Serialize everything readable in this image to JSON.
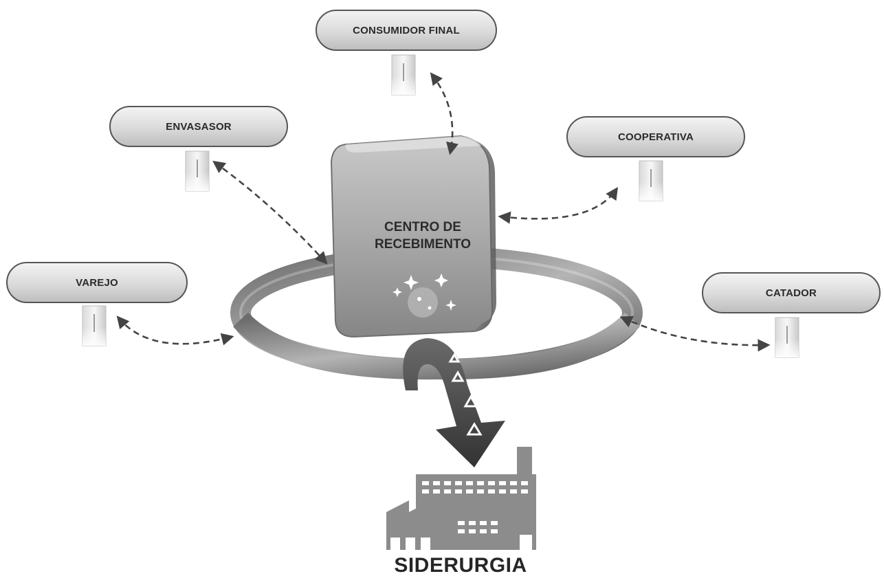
{
  "nodes": {
    "consumidor": {
      "label": "CONSUMIDOR FINAL"
    },
    "envasasor": {
      "label": "ENVASASOR"
    },
    "cooperativa": {
      "label": "COOPERATIVA"
    },
    "varejo": {
      "label": "VAREJO"
    },
    "catador": {
      "label": "CATADOR"
    }
  },
  "center": {
    "line1": "CENTRO DE",
    "line2": "RECEBIMENTO"
  },
  "destination": {
    "label": "SIDERURGIA"
  },
  "icons": {
    "node_base": "pillar-icon",
    "recycle": "recycle-icon",
    "factory": "factory-icon",
    "stars": "sparkle-icon"
  },
  "colors": {
    "pill_fill": "#dcdcdc",
    "pill_border": "#555555",
    "ring": "#8a8a8a",
    "box": "#a9a9a9",
    "arrow": "#3f3f3f",
    "factory": "#8c8c8c"
  }
}
